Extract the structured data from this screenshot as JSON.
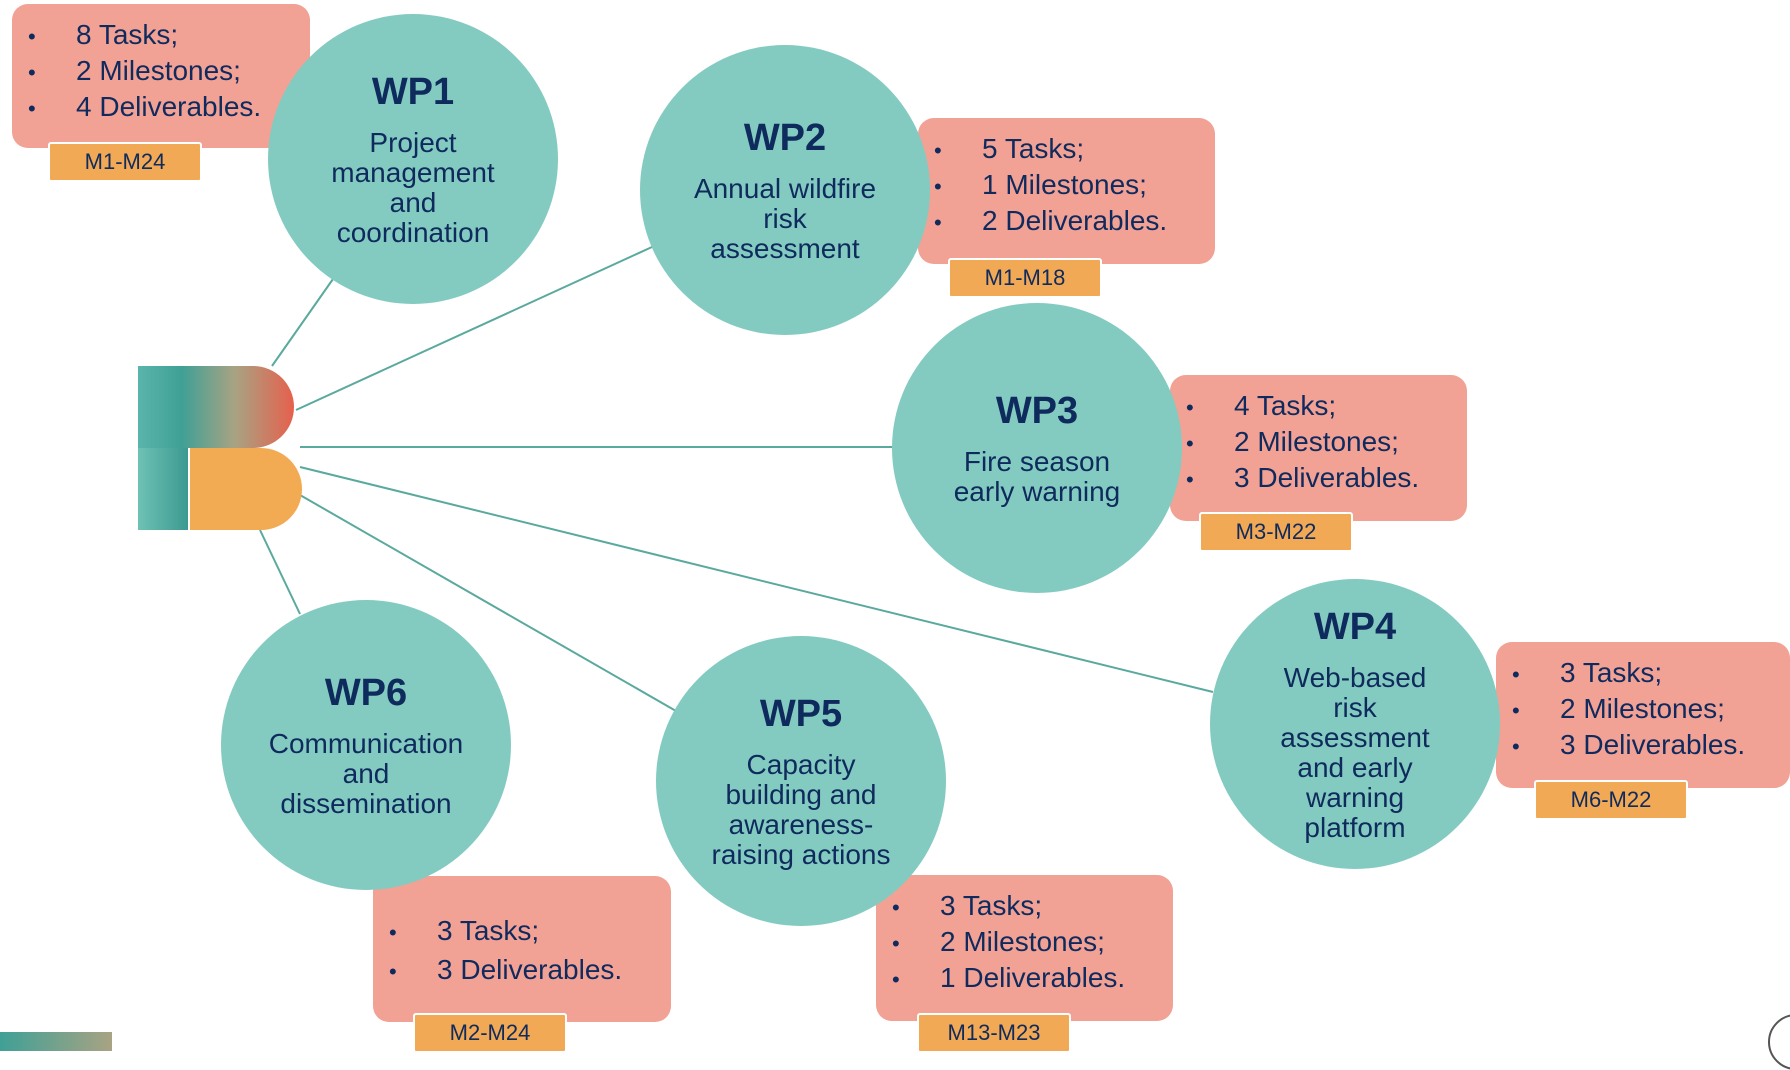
{
  "colors": {
    "circle": "#83cbc0",
    "info_box": "#f2a195",
    "period_tag": "#f2a955",
    "text": "#0f2a5c",
    "connector": "#5aa99e"
  },
  "work_packages": [
    {
      "code": "WP1",
      "title": "Project management and coordination",
      "items": [
        "8 Tasks;",
        "2 Milestones;",
        "4 Deliverables."
      ],
      "period": "M1-M24"
    },
    {
      "code": "WP2",
      "title": "Annual wildfire risk assessment",
      "items": [
        "5 Tasks;",
        "1 Milestones;",
        "2 Deliverables."
      ],
      "period": "M1-M18"
    },
    {
      "code": "WP3",
      "title": "Fire season early warning",
      "items": [
        "4 Tasks;",
        "2 Milestones;",
        "3 Deliverables."
      ],
      "period": "M3-M22"
    },
    {
      "code": "WP4",
      "title": "Web-based risk assessment and early warning platform",
      "items": [
        "3 Tasks;",
        "2 Milestones;",
        "3 Deliverables."
      ],
      "period": "M6-M22"
    },
    {
      "code": "WP5",
      "title": "Capacity building and awareness-raising actions",
      "items": [
        "3 Tasks;",
        "2 Milestones;",
        "1 Deliverables."
      ],
      "period": "M13-M23"
    },
    {
      "code": "WP6",
      "title": "Communication and dissemination",
      "items": [
        "3 Tasks;",
        "3 Deliverables."
      ],
      "period": "M2-M24"
    }
  ]
}
